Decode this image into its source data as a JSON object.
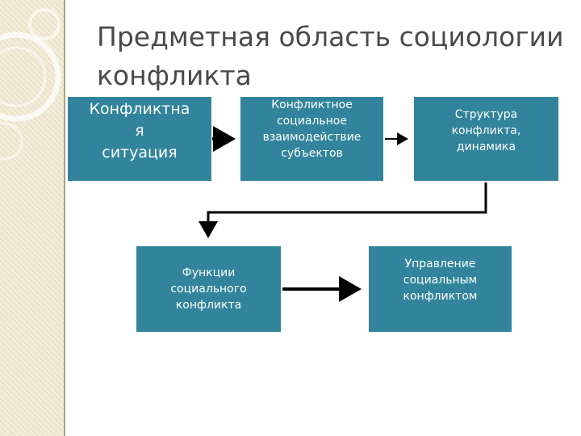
{
  "slide": {
    "title": "Предметная область социологии конфликта"
  },
  "diagram": {
    "nodes": {
      "conflict_situation": "Конфликтна\nя\nситуация",
      "social_interaction": "Конфликтное\nсоциальное\nвзаимодействие\nсубъектов",
      "structure_dynamics": "Структура\nконфликта,\nдинамика",
      "functions": "Функции\nсоциального\nконфликта",
      "management": "Управление\nсоциальным\nконфликтом"
    },
    "edges": [
      {
        "from": "conflict_situation",
        "to": "social_interaction"
      },
      {
        "from": "social_interaction",
        "to": "structure_dynamics"
      },
      {
        "from": "structure_dynamics",
        "to": "functions"
      },
      {
        "from": "functions",
        "to": "management"
      }
    ],
    "colors": {
      "box_fill": "#31849b",
      "box_text": "#ffffff",
      "arrow": "#000000",
      "title_text": "#4a4a4a",
      "sidebar": "#efe7d0"
    }
  }
}
